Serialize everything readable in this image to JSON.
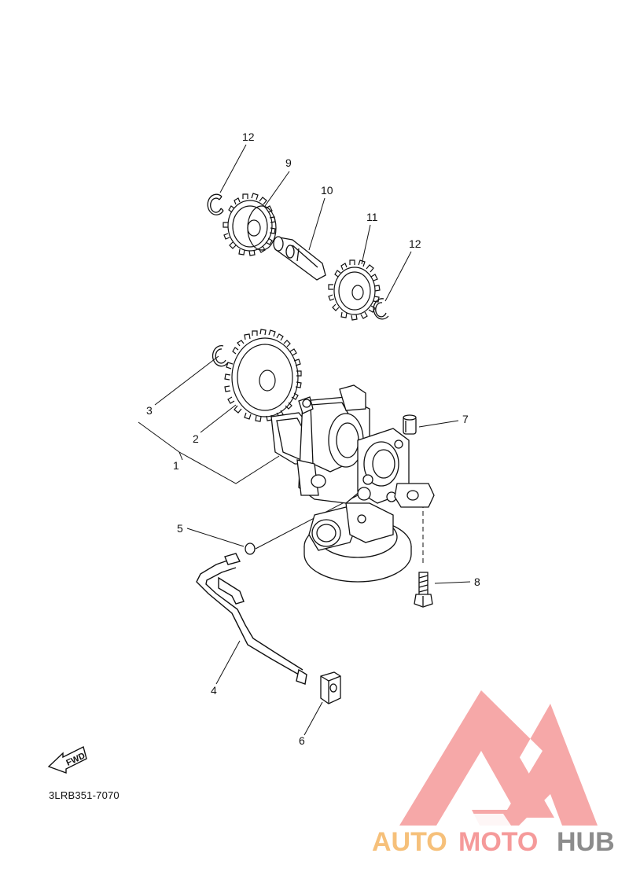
{
  "diagram": {
    "part_code": "3LRB351-7070",
    "fwd_label": "FWD",
    "callouts": [
      "12",
      "9",
      "10",
      "11",
      "12",
      "3",
      "2",
      "1",
      "7",
      "5",
      "8",
      "4",
      "6"
    ]
  },
  "watermark": {
    "part1": "AUTO",
    "part2": "MOTO",
    "part3": "HUB",
    "colors": {
      "auto": "#f6c07a",
      "moto": "#f59a9a",
      "hub": "#8c8c8c"
    }
  }
}
